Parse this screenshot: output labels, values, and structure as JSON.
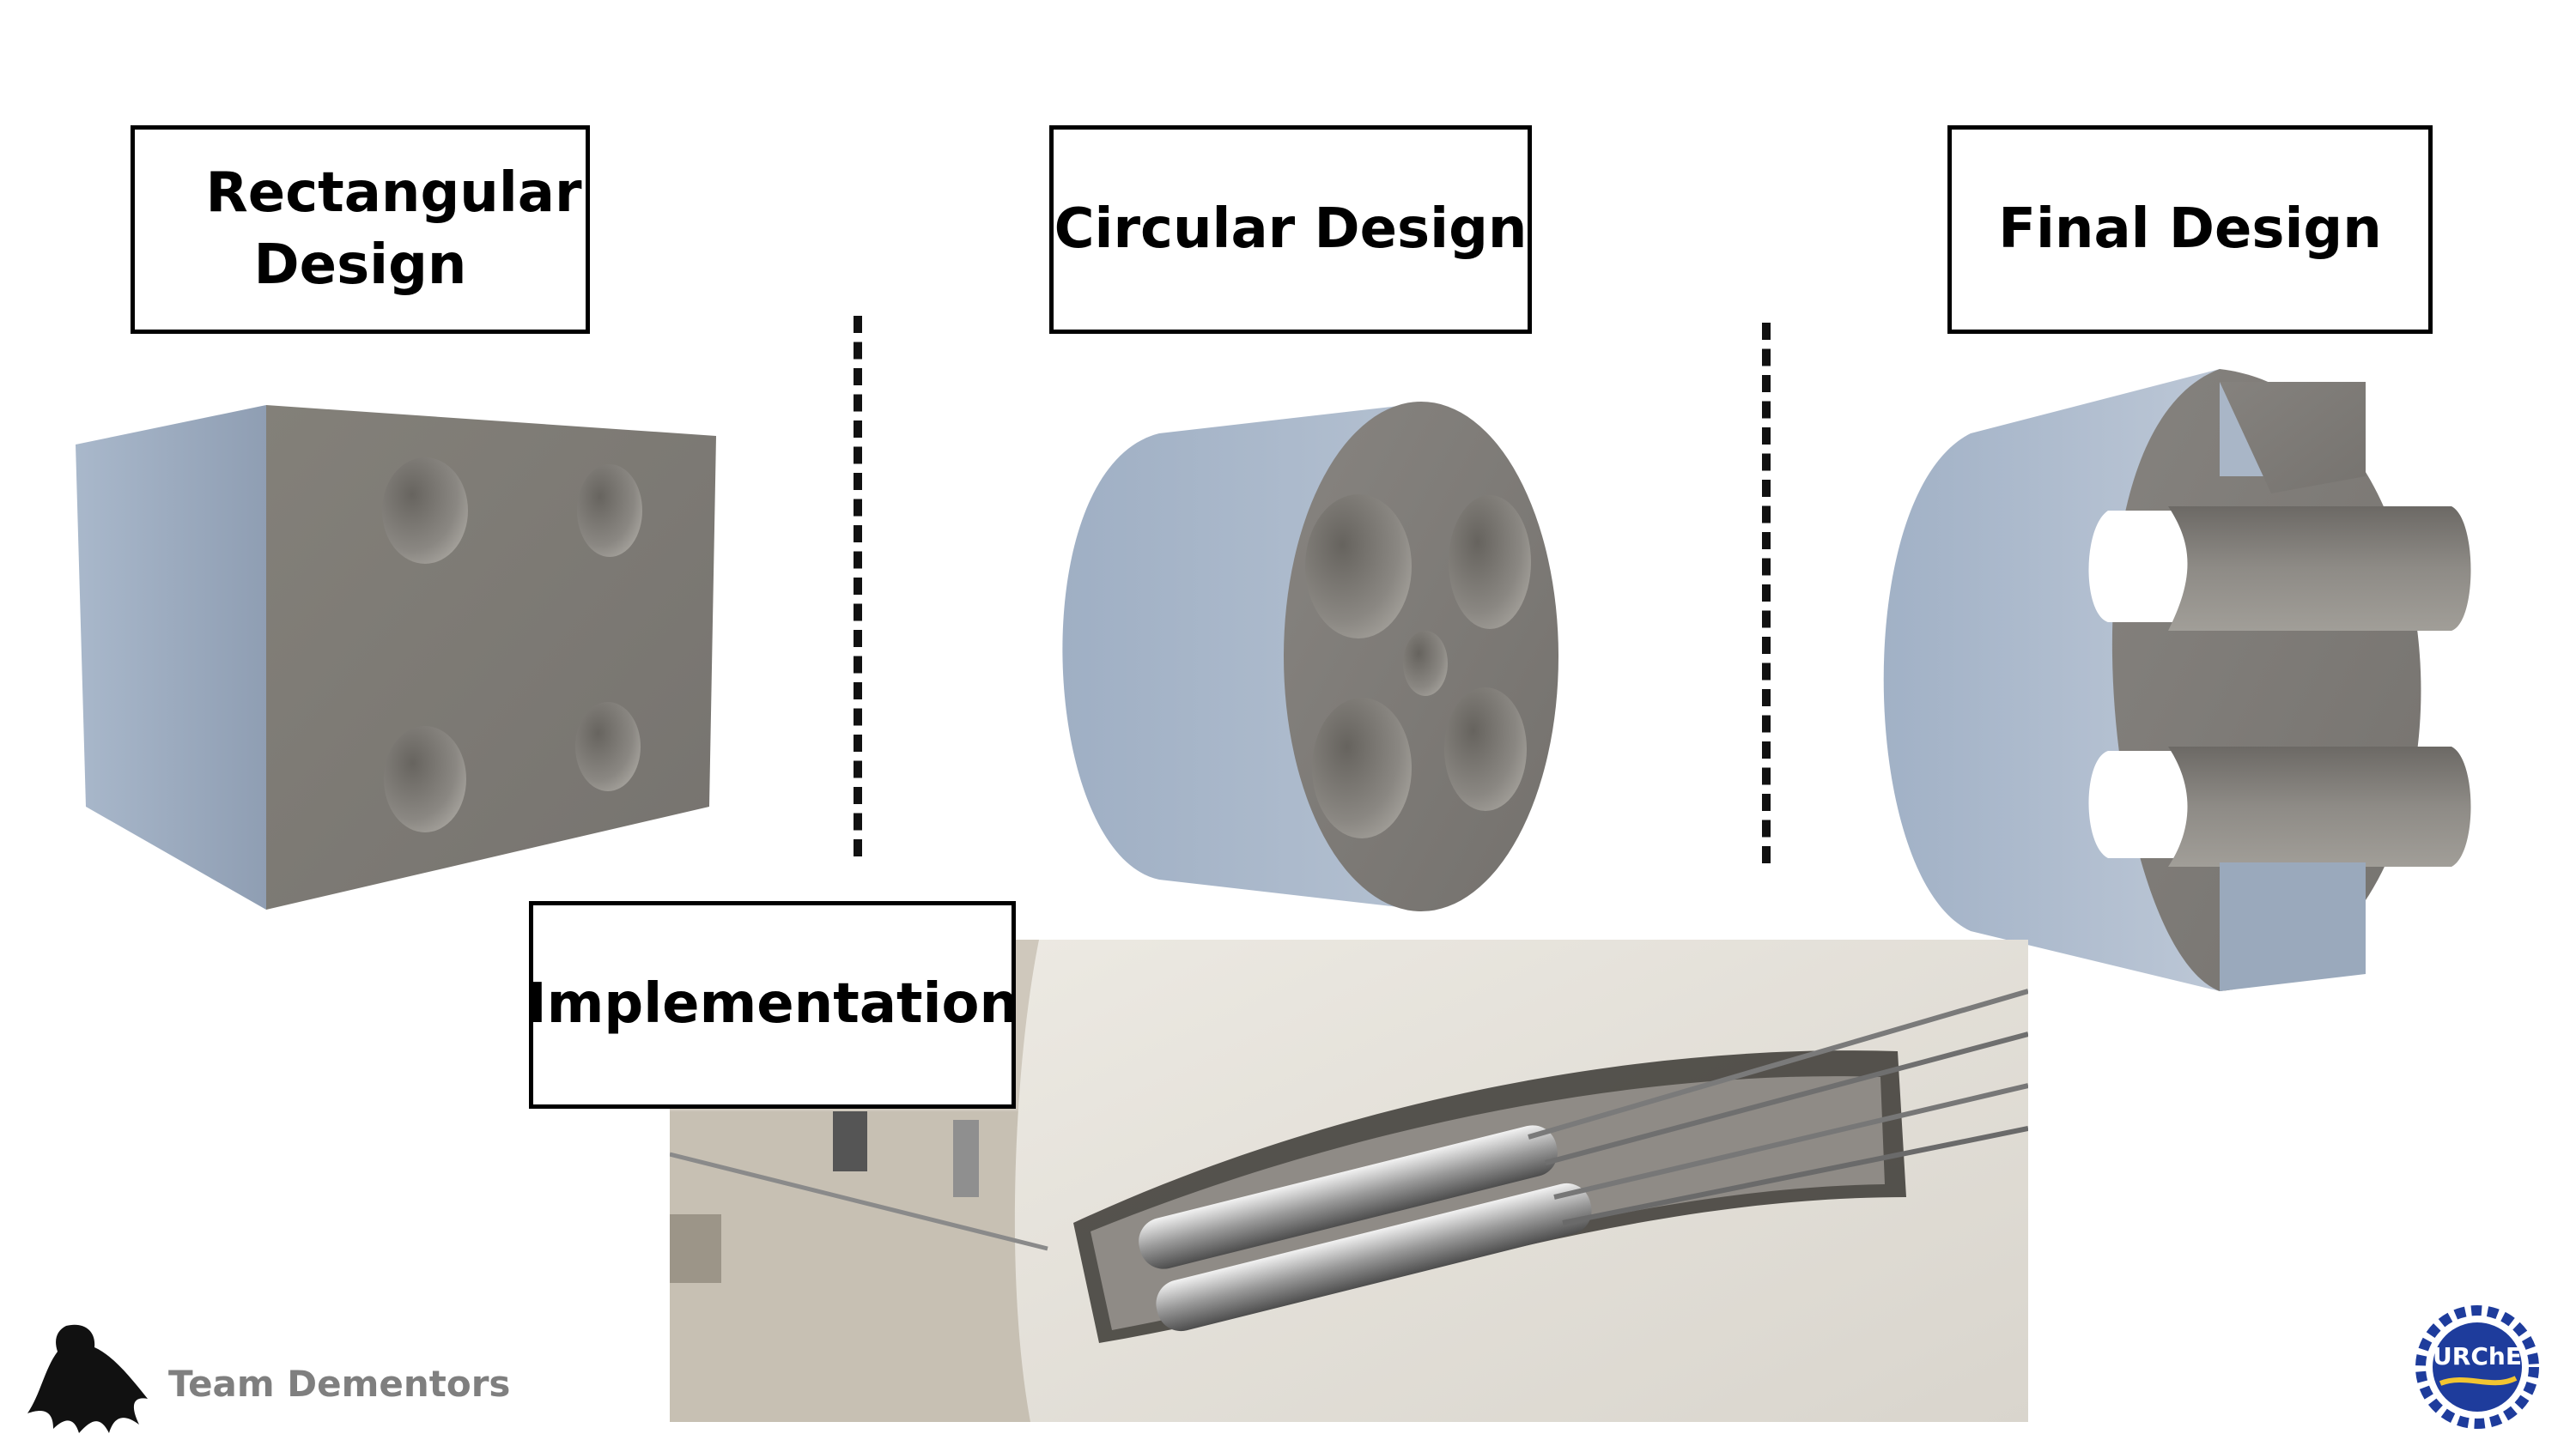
{
  "labels": {
    "rectangular": "Rectangular Design",
    "circular": "Circular Design",
    "final": "Final Design",
    "implementation": "Implementation"
  },
  "footer": {
    "team_name": "Team Dementors",
    "urche_logo_text": "URChE"
  },
  "colors": {
    "face_gray": "#7d7a77",
    "side_blue": "#a8b7c9",
    "border": "#000000",
    "team_text": "#7f7f7f",
    "urche_blue": "#1e3c9c"
  },
  "icons": {
    "team_logo": "dementor-icon",
    "urche_logo": "urche-logo-icon"
  }
}
